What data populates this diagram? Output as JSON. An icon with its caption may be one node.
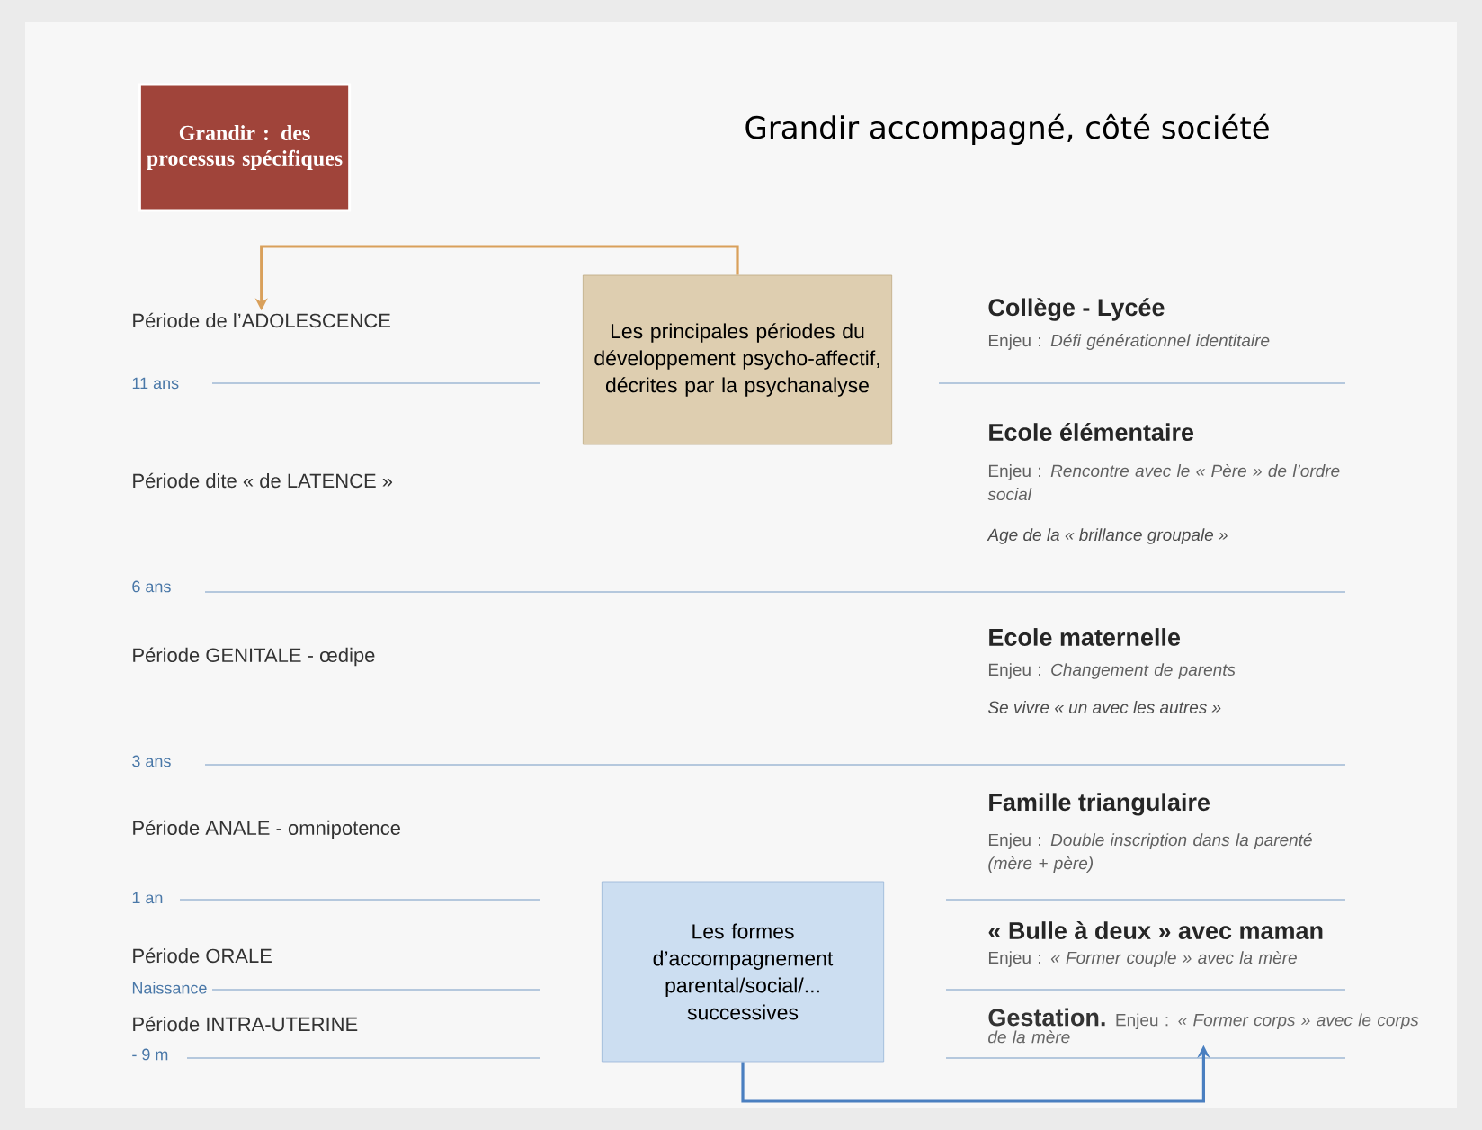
{
  "diagram": {
    "title": "Grandir accompagné, côté société",
    "nodes": [
      {
        "text": [
          "Grandir : des processus spécifiques"
        ]
      },
      {
        "text": [
          "Les principales périodes du développement psycho-affectif, décrites par la psychanalyse"
        ]
      },
      {
        "text": [
          "Période de l’ADOLESCENCE"
        ]
      },
      {
        "text": [
          "Les formes d’accompagnement parental/social/... successives"
        ]
      },
      {
        "text": [
          "Gestation.",
          "Enjeu : *« Former corps » avec le corps de la mère*"
        ]
      }
    ],
    "edges": [
      {
        "from": 1,
        "to": 2,
        "arrow": "to",
        "color": "#d9a05b"
      },
      {
        "from": 3,
        "to": 4,
        "arrow": "to",
        "color": "#4a7fc0"
      }
    ],
    "labels": [
      "Collège - Lycée",
      "Enjeu : *Défi générationnel identitaire*",
      "11 ans",
      "Ecole élémentaire",
      "Enjeu : *Rencontre avec le « Père » de l’ordre social*",
      "Age de la « brillance groupale »",
      "Période dite « de LATENCE »",
      "6 ans",
      "Période GENITALE - œdipe",
      "Ecole maternelle",
      "Enjeu : *Changement de parents*",
      "Se vivre « un avec les autres »",
      "3 ans",
      "Période ANALE - omnipotence",
      "Famille triangulaire",
      "Enjeu : *Double inscription dans la parenté (mère + père)*",
      "1 an",
      "Période ORALE",
      "« Bulle à deux » avec maman",
      "Enjeu : *« Former couple » avec la mère*",
      "Naissance",
      "Période INTRA-UTERINE",
      "- 9 m"
    ]
  }
}
